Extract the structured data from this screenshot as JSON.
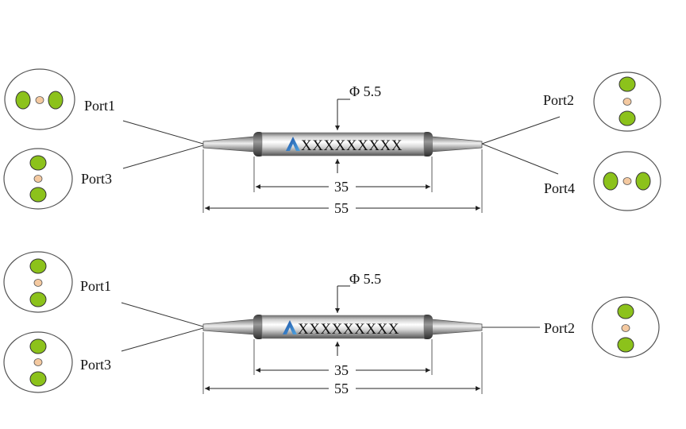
{
  "colors": {
    "fiber_core": "#8cc21b",
    "center_core": "#f4c9a0",
    "outline": "#555555",
    "brand_logo": "#2a6fc9",
    "line": "#333333"
  },
  "icons": {
    "brand": "mountain-triangle-logo",
    "arrow": "arrow-icon"
  },
  "top": {
    "diameter_label": "Φ 5.5",
    "brand_text": "XXXXXXXXX",
    "dim_body": "35",
    "dim_total": "55",
    "ports": {
      "port1": "Port1",
      "port2": "Port2",
      "port3": "Port3",
      "port4": "Port4"
    }
  },
  "bottom": {
    "diameter_label": "Φ 5.5",
    "brand_text": "XXXXXXXXX",
    "dim_body": "35",
    "dim_total": "55",
    "ports": {
      "port1": "Port1",
      "port2": "Port2",
      "port3": "Port3"
    }
  }
}
